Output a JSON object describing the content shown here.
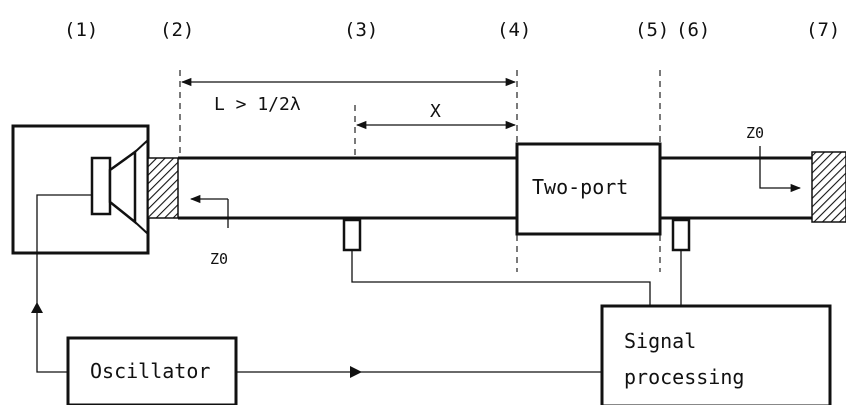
{
  "positions": [
    "(1)",
    "(2)",
    "(3)",
    "(4)",
    "(5)",
    "(6)",
    "(7)"
  ],
  "dimensions": {
    "length_label": "L > 1/2λ",
    "distance_label": "X"
  },
  "blocks": {
    "two_port": "Two-port",
    "oscillator": "Oscillator",
    "signal_processing_line1": "Signal",
    "signal_processing_line2": "processing"
  },
  "impedance": {
    "source_label": "Z0",
    "termination_label": "Z0"
  },
  "icons": [
    "loudspeaker-icon",
    "absorber-hatch",
    "microphone-icon"
  ]
}
